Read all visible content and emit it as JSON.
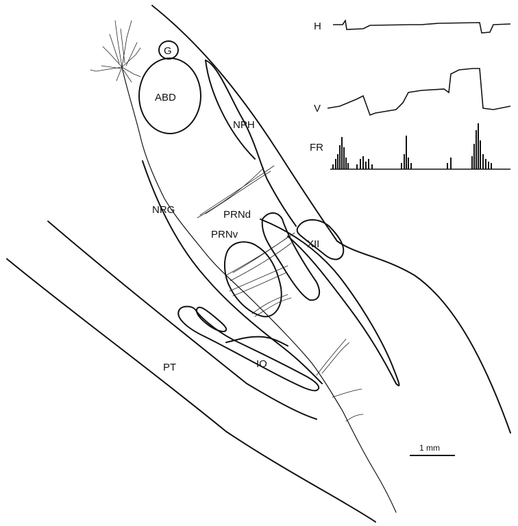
{
  "regions": {
    "g": "G",
    "abd": "ABD",
    "nph": "NPH",
    "nrg": "NRG",
    "prnd": "PRNd",
    "prnv": "PRNv",
    "xii": "XII",
    "io": "IO",
    "pt": "PT"
  },
  "traces": {
    "h_label": "H",
    "v_label": "V",
    "fr_label": "FR"
  },
  "scale_bar": {
    "label": "1 mm"
  }
}
